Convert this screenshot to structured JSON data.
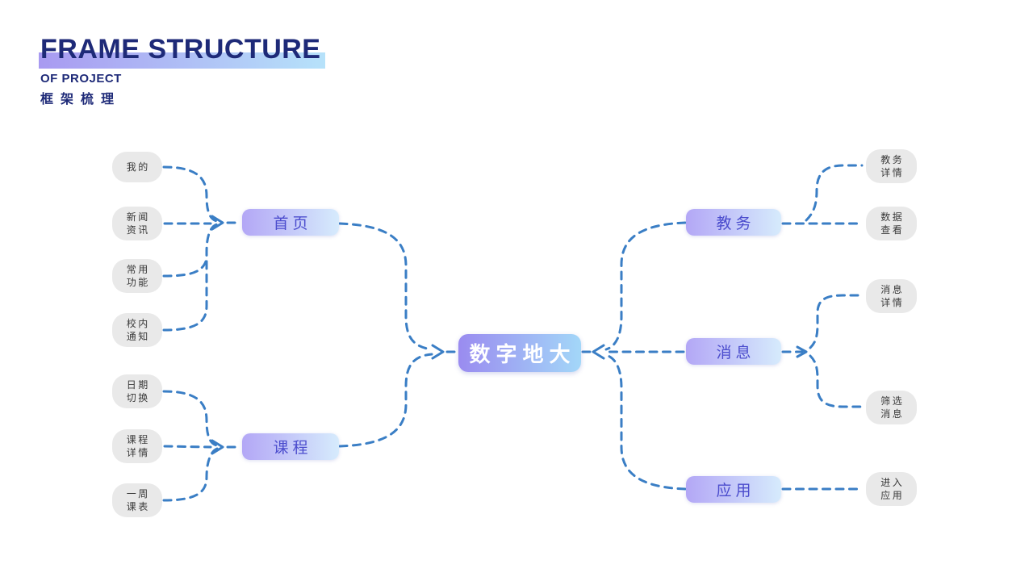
{
  "header": {
    "title": "FRAME STRUCTURE",
    "subtitle_en": "OF PROJECT",
    "subtitle_zh": "框架梳理"
  },
  "colors": {
    "line": "#3a7ec5",
    "title_text": "#1e2a78",
    "leaf_bg": "#e9e9e9",
    "leaf_text": "#3a3a3a",
    "branch_text": "#4b4ccd",
    "grad_purple": "#b3a7f6",
    "grad_blue": "#d6ebfc",
    "center_grad_start": "#9a8bf0",
    "center_grad_end": "#a3d7f8",
    "bar_grad_start": "#a89af1",
    "bar_grad_end": "#b6e2fa"
  },
  "diagram": {
    "center": {
      "label": "数字地大"
    },
    "branches": [
      {
        "label": "首页",
        "children": [
          {
            "lines": [
              "我的"
            ]
          },
          {
            "lines": [
              "新闻",
              "资讯"
            ]
          },
          {
            "lines": [
              "常用",
              "功能"
            ]
          },
          {
            "lines": [
              "校内",
              "通知"
            ]
          }
        ]
      },
      {
        "label": "课程",
        "children": [
          {
            "lines": [
              "日期",
              "切换"
            ]
          },
          {
            "lines": [
              "课程",
              "详情"
            ]
          },
          {
            "lines": [
              "一周",
              "课表"
            ]
          }
        ]
      },
      {
        "label": "教务",
        "children": [
          {
            "lines": [
              "教务",
              "详情"
            ]
          },
          {
            "lines": [
              "数据",
              "查看"
            ]
          }
        ]
      },
      {
        "label": "消息",
        "children": [
          {
            "lines": [
              "消息",
              "详情"
            ]
          },
          {
            "lines": [
              "筛选",
              "消息"
            ]
          }
        ]
      },
      {
        "label": "应用",
        "children": [
          {
            "lines": [
              "进入",
              "应用"
            ]
          }
        ]
      }
    ]
  }
}
